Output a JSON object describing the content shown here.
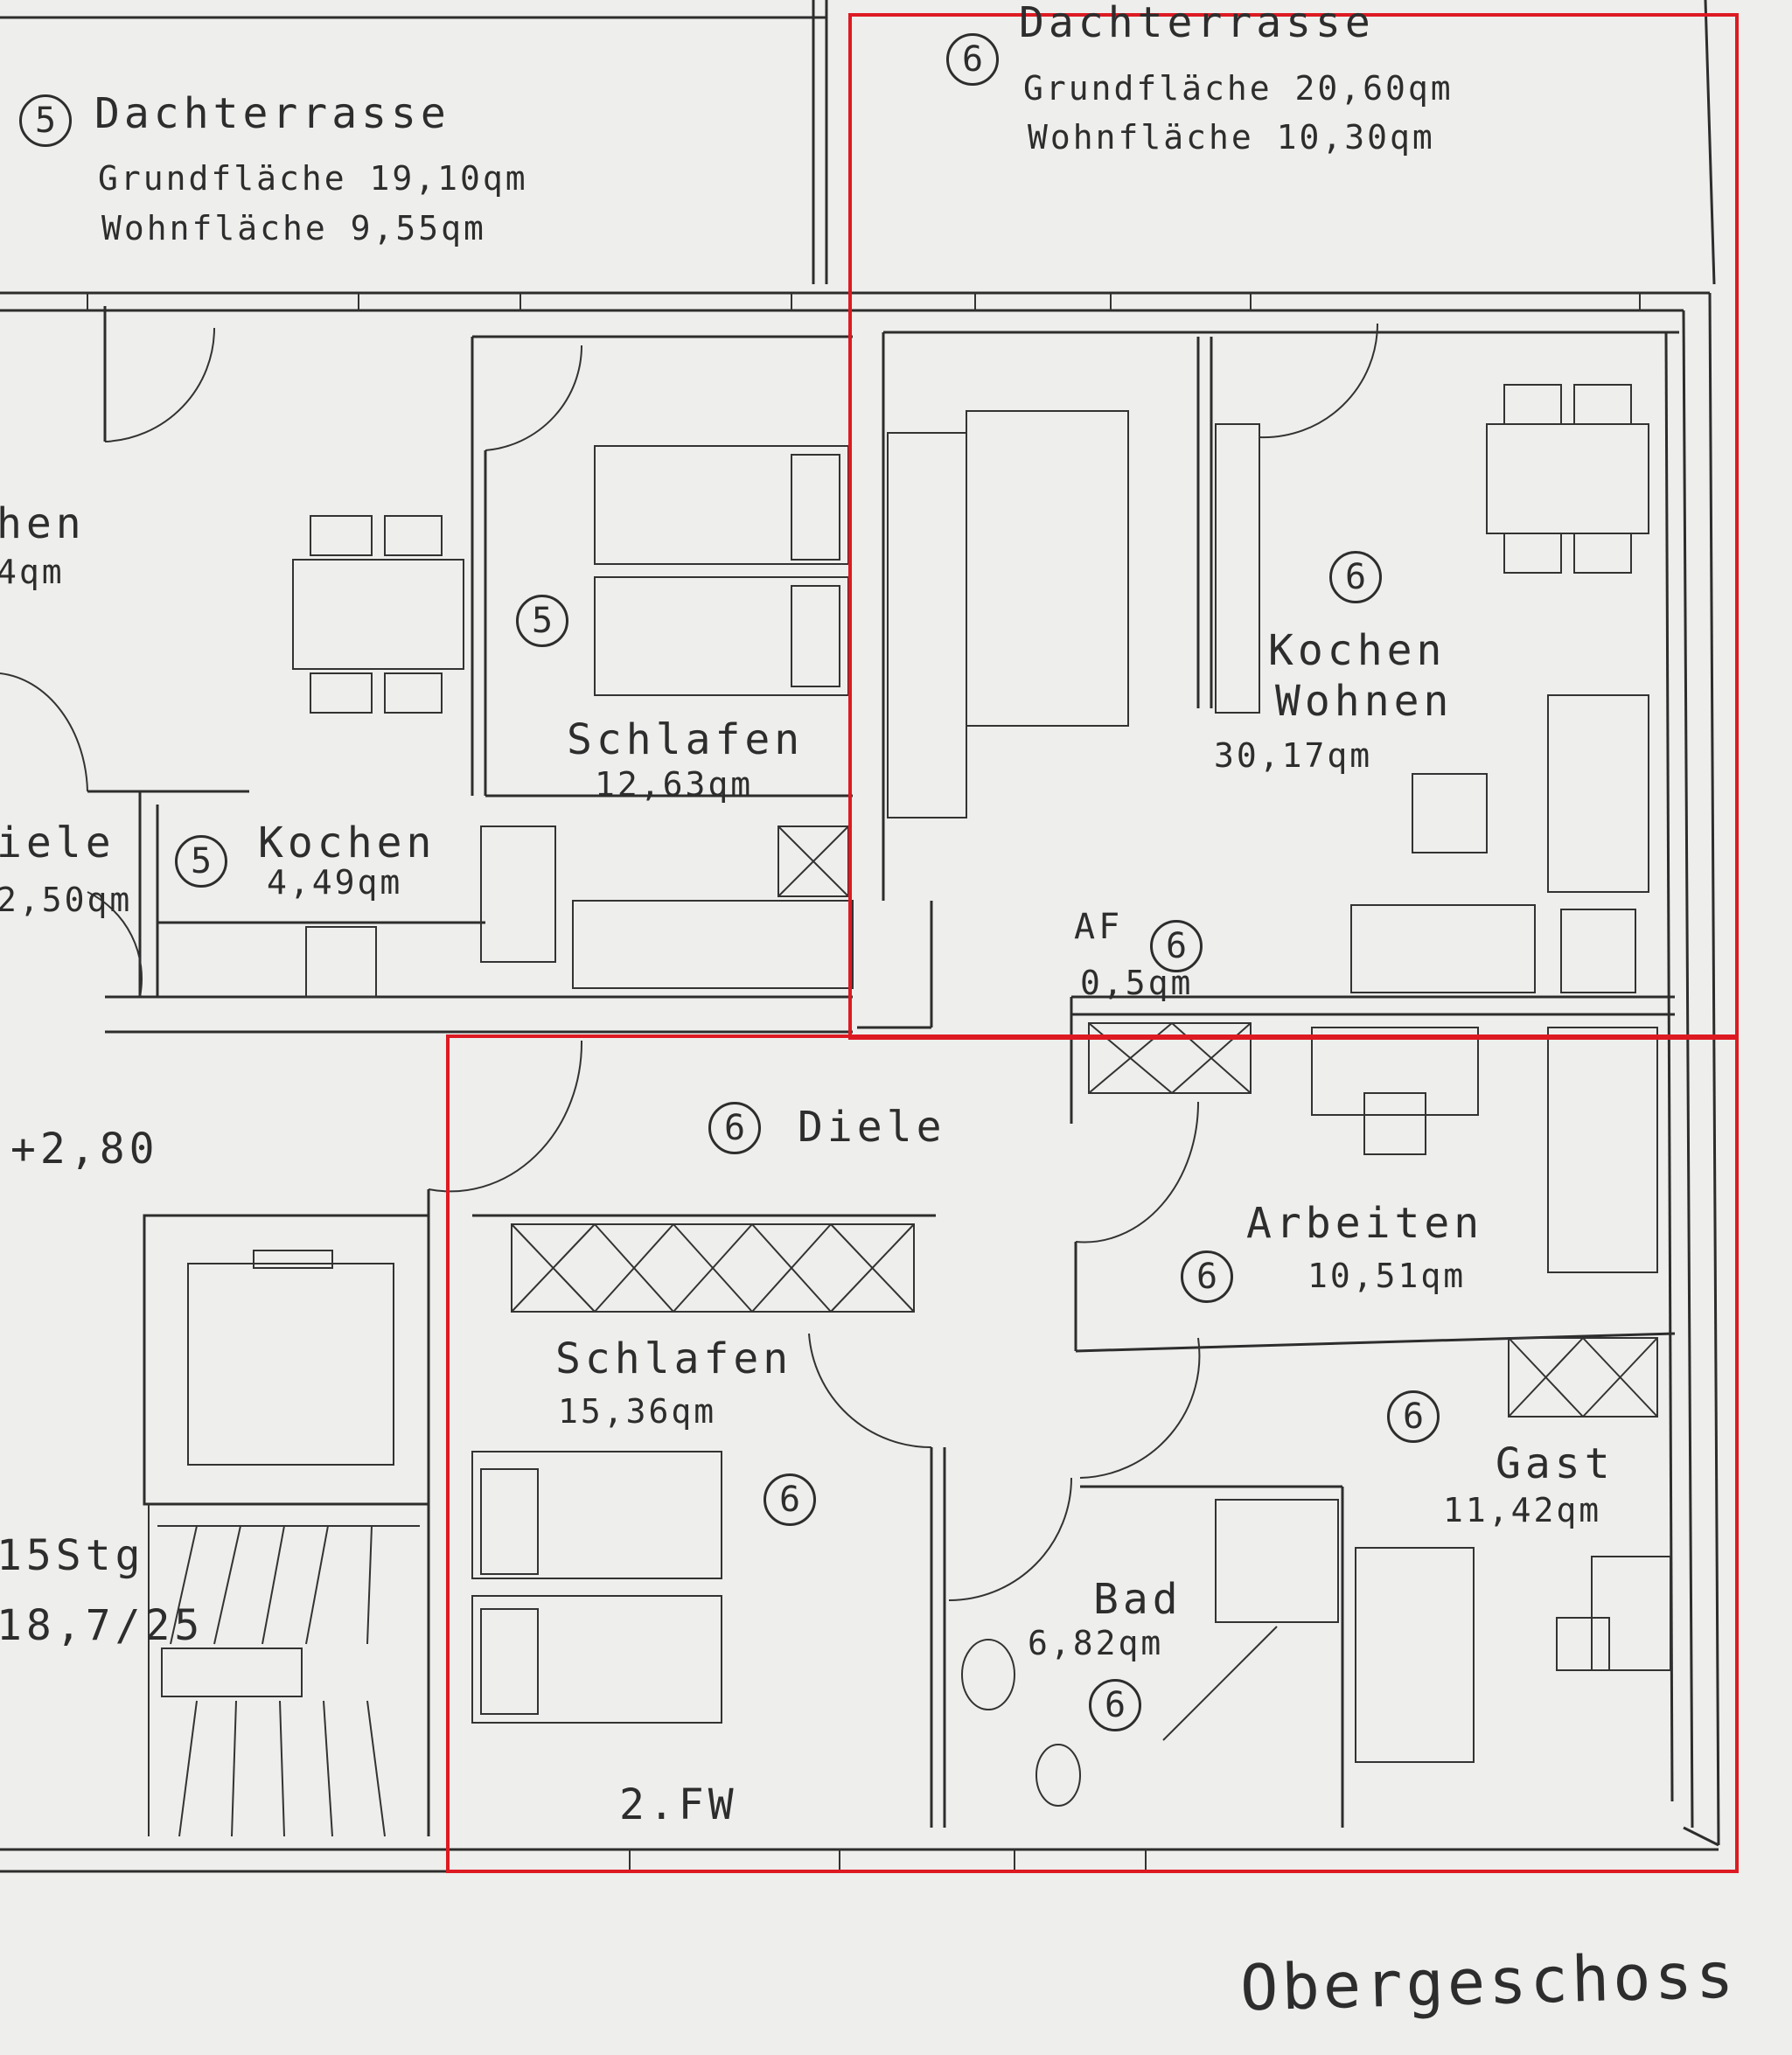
{
  "diagram": {
    "sheet_title": "Obergeschoss",
    "elevation": "+2,80",
    "stair": {
      "steps": "15Stg",
      "dim": "18,7/25"
    },
    "apartment_label": "2.FW",
    "unit5": {
      "terrace": {
        "num": "5",
        "name": "Dachterrasse",
        "grund": "Grundfläche 19,10qm",
        "wohn": "Wohnfläche 9,55qm"
      },
      "wohnen_partial": {
        "name": "hen",
        "area": "4qm"
      },
      "diele_partial": {
        "name": "iele",
        "area": "2,50qm"
      },
      "kochen": {
        "num": "5",
        "name": "Kochen",
        "area": "4,49qm"
      },
      "schlafen": {
        "num": "5",
        "name": "Schlafen",
        "area": "12,63qm"
      }
    },
    "unit6": {
      "terrace": {
        "num": "6",
        "name": "Dachterrasse",
        "grund": "Grundfläche 20,60qm",
        "wohn": "Wohnfläche 10,30qm"
      },
      "kochen_wohnen": {
        "num": "6",
        "name1": "Kochen",
        "name2": "Wohnen",
        "area": "30,17qm"
      },
      "af": {
        "num": "6",
        "name": "AF",
        "area": "0,5qm"
      },
      "diele": {
        "num": "6",
        "name": "Diele"
      },
      "arbeiten": {
        "num": "6",
        "name": "Arbeiten",
        "area": "10,51qm"
      },
      "schlafen": {
        "num": "6",
        "name": "Schlafen",
        "area": "15,36qm"
      },
      "gast": {
        "num": "6",
        "name": "Gast",
        "area": "11,42qm"
      },
      "bad": {
        "num": "6",
        "name": "Bad",
        "area": "6,82qm"
      }
    },
    "highlight_color": "#dd1a22"
  }
}
